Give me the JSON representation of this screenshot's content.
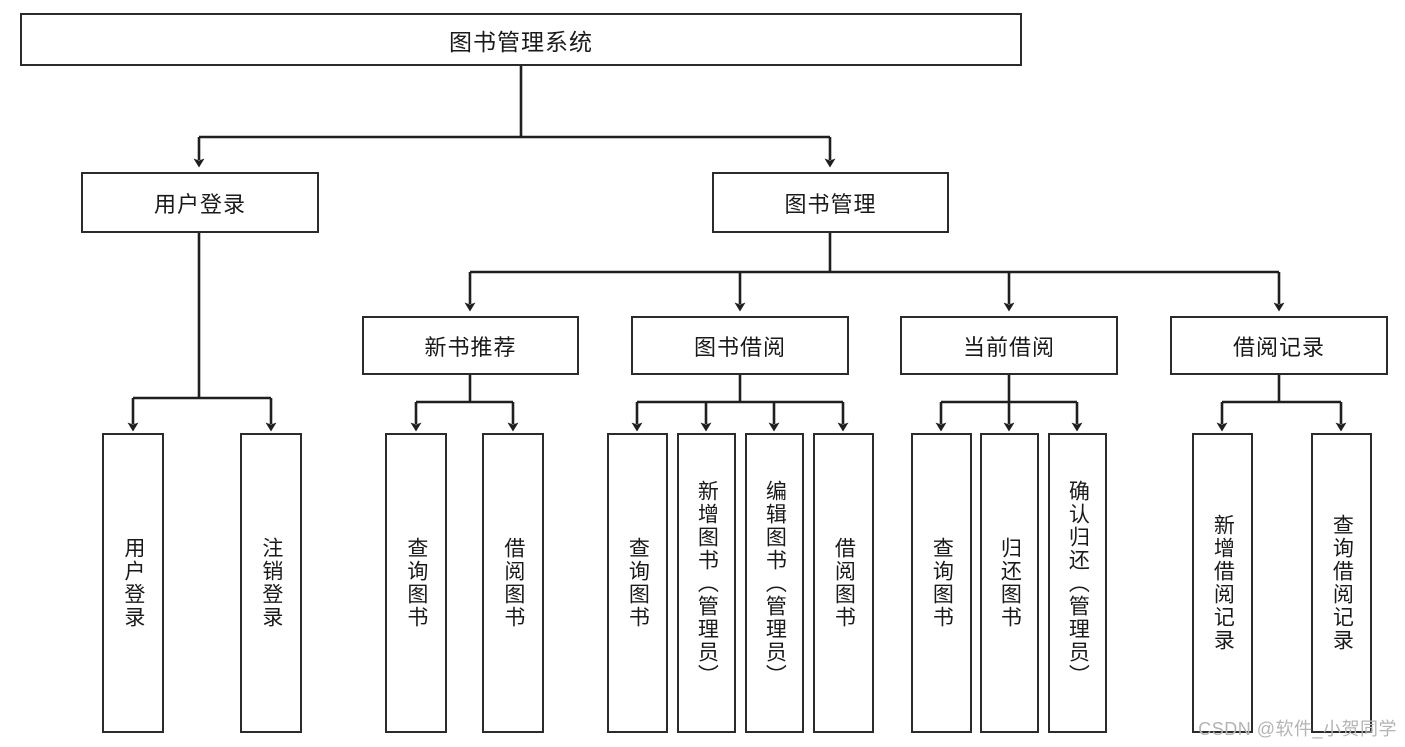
{
  "diagram": {
    "title": "图书管理系统",
    "type": "tree-flowchart",
    "colors": {
      "box_border": "#2b2b2b",
      "box_fill": "#ffffff",
      "edge": "#1f1f1f",
      "text": "#1a1a1a",
      "watermark": "#b4b4b4"
    },
    "levels": {
      "root": {
        "label": "图书管理系统"
      },
      "level2": [
        {
          "id": "user-login",
          "label": "用户登录"
        },
        {
          "id": "book-manage",
          "label": "图书管理"
        }
      ],
      "level3": [
        {
          "id": "new-book-recommend",
          "label": "新书推荐",
          "parent": "book-manage"
        },
        {
          "id": "book-borrow",
          "label": "图书借阅",
          "parent": "book-manage"
        },
        {
          "id": "current-borrow",
          "label": "当前借阅",
          "parent": "book-manage"
        },
        {
          "id": "borrow-record",
          "label": "借阅记录",
          "parent": "book-manage"
        }
      ],
      "leaves": [
        {
          "id": "leaf-user-login",
          "label": "用户登录",
          "parent": "user-login"
        },
        {
          "id": "leaf-logout-login",
          "label": "注销登录",
          "parent": "user-login"
        },
        {
          "id": "leaf-query-book-1",
          "label": "查询图书",
          "parent": "new-book-recommend"
        },
        {
          "id": "leaf-borrow-book-1",
          "label": "借阅图书",
          "parent": "new-book-recommend"
        },
        {
          "id": "leaf-query-book-2",
          "label": "查询图书",
          "parent": "book-borrow"
        },
        {
          "id": "leaf-add-book",
          "label": "新增图书（管理员）",
          "parent": "book-borrow"
        },
        {
          "id": "leaf-edit-book",
          "label": "编辑图书（管理员）",
          "parent": "book-borrow"
        },
        {
          "id": "leaf-borrow-book-2",
          "label": "借阅图书",
          "parent": "book-borrow"
        },
        {
          "id": "leaf-query-book-3",
          "label": "查询图书",
          "parent": "current-borrow"
        },
        {
          "id": "leaf-return-book",
          "label": "归还图书",
          "parent": "current-borrow"
        },
        {
          "id": "leaf-confirm-return",
          "label": "确认归还（管理员）",
          "parent": "current-borrow"
        },
        {
          "id": "leaf-add-record",
          "label": "新增借阅记录",
          "parent": "borrow-record"
        },
        {
          "id": "leaf-query-record",
          "label": "查询借阅记录",
          "parent": "borrow-record"
        }
      ]
    },
    "watermark": "CSDN @软件_小贺同学"
  }
}
